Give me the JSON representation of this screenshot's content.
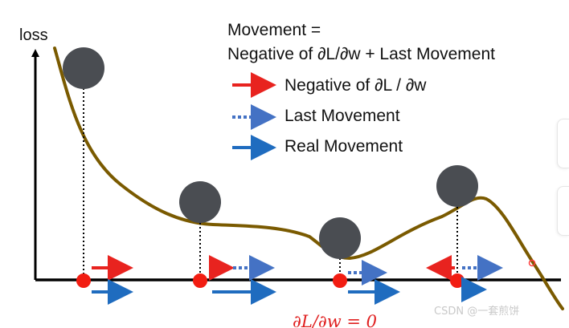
{
  "axis": {
    "y_label": "loss"
  },
  "title": {
    "line1": "Movement =",
    "line2": "Negative of ∂L/∂w + Last Movement"
  },
  "legend": [
    {
      "label": "Negative of ∂L / ∂w",
      "style": "solid",
      "color": "#e8231f"
    },
    {
      "label": "Last Movement",
      "style": "dotted",
      "color": "#4472c4"
    },
    {
      "label": "Real Movement",
      "style": "solid",
      "color": "#1f6cbf"
    }
  ],
  "annotation": "∂L/∂w = 0",
  "watermark": "CSDN @一套煎饼",
  "colors": {
    "curve": "#7a5a00",
    "ball": "#4a4d52",
    "point": "#f21d12",
    "gradient_arrow": "#e8231f",
    "last_arrow": "#4472c4",
    "real_arrow": "#1f6cbf"
  }
}
